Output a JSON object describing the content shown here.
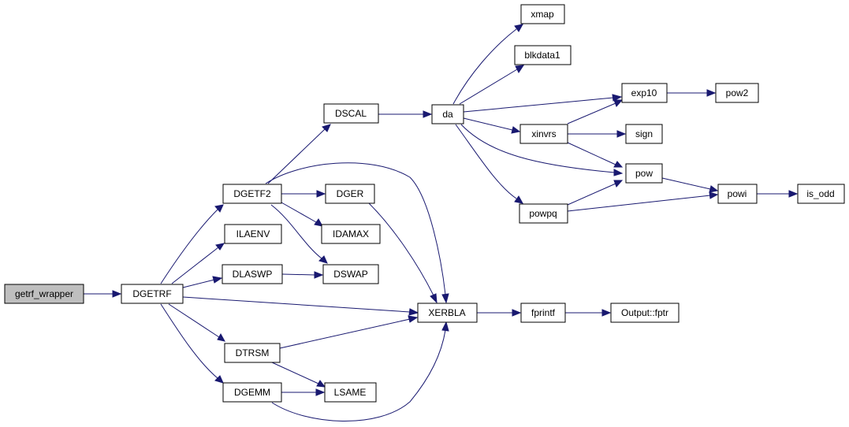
{
  "nodes": {
    "getrf_wrapper": "getrf_wrapper",
    "dgetrf": "DGETRF",
    "dgetf2": "DGETF2",
    "ilaenv": "ILAENV",
    "dlaswp": "DLASWP",
    "dtrsm": "DTRSM",
    "dgemm": "DGEMM",
    "dscal": "DSCAL",
    "dger": "DGER",
    "idamax": "IDAMAX",
    "dswap": "DSWAP",
    "xerbla": "XERBLA",
    "lsame": "LSAME",
    "da": "da",
    "xmap": "xmap",
    "blkdata1": "blkdata1",
    "exp10": "exp10",
    "xinvrs": "xinvrs",
    "sign": "sign",
    "pow": "pow",
    "powpq": "powpq",
    "pow2": "pow2",
    "powi": "powi",
    "is_odd": "is_odd",
    "fprintf": "fprintf",
    "output_fptr": "Output::fptr"
  },
  "colors": {
    "edge": "#191970",
    "root_fill": "#bfbfbf",
    "node_fill": "#ffffff",
    "border": "#000000"
  }
}
